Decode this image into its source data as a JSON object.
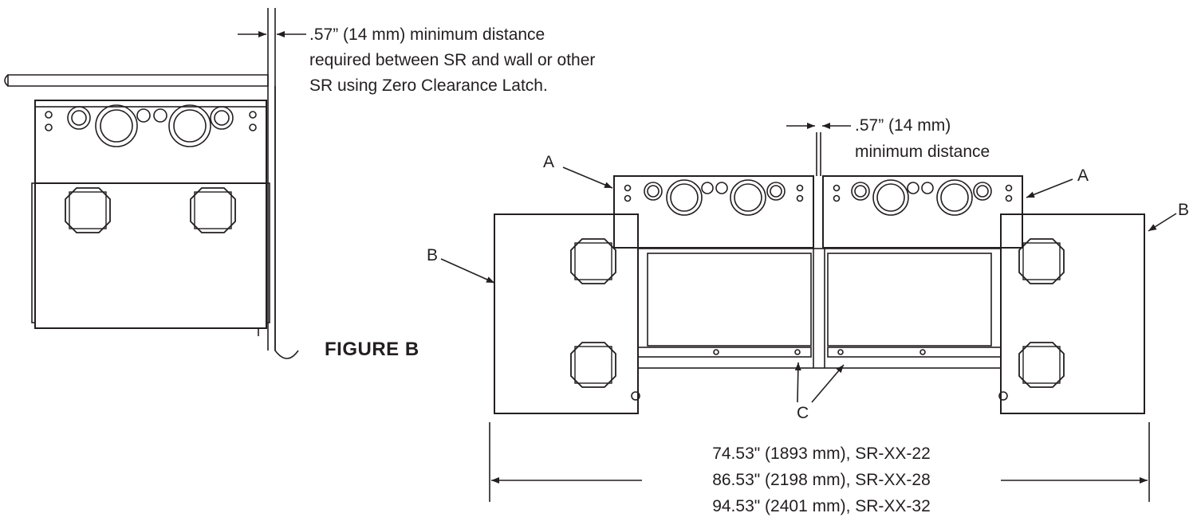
{
  "left_view": {
    "note_lines": [
      ".57” (14 mm) minimum distance",
      "required between SR and wall or other",
      "SR using Zero Clearance Latch."
    ]
  },
  "figure_label": "FIGURE B",
  "right_view": {
    "note_lines": [
      ".57” (14 mm)",
      "minimum distance"
    ],
    "callouts": {
      "a_left": "A",
      "a_right": "A",
      "b_left": "B",
      "b_right": "B",
      "c": "C"
    },
    "dimension_lines": [
      "74.53\" (1893 mm), SR-XX-22",
      "86.53\" (2198 mm), SR-XX-28",
      "94.53\" (2401 mm), SR-XX-32"
    ]
  }
}
